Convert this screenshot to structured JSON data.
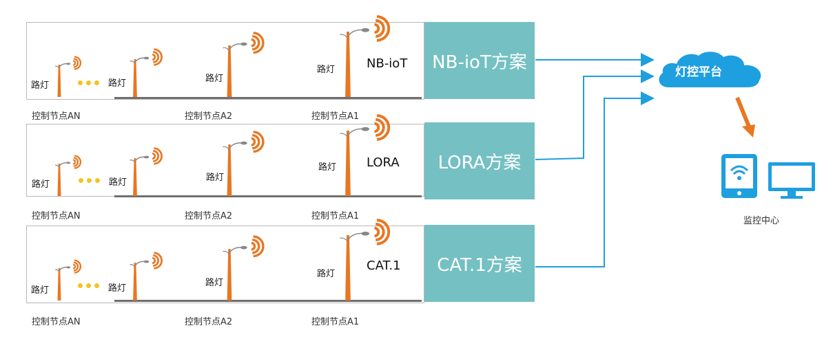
{
  "platform": {
    "label": "灯控平台"
  },
  "monitor": {
    "label": "监控中心"
  },
  "colors": {
    "scheme_box": "#74c0c3",
    "connector": "#1e9fe0",
    "pole": "#e87722",
    "dots": "#f6c21f",
    "cloud": "#1e9fe0"
  },
  "rows": [
    {
      "scheme": "NB-ioT方案",
      "tech": "NB-ioT",
      "lamp_label": "路灯",
      "nodes": [
        "控制节点AN",
        "控制节点A2",
        "控制节点A1"
      ]
    },
    {
      "scheme": "LORA方案",
      "tech": "LORA",
      "lamp_label": "路灯",
      "nodes": [
        "控制节点AN",
        "控制节点A2",
        "控制节点A1"
      ]
    },
    {
      "scheme": "CAT.1方案",
      "tech": "CAT.1",
      "lamp_label": "路灯",
      "nodes": [
        "控制节点AN",
        "控制节点A2",
        "控制节点A1"
      ]
    }
  ]
}
